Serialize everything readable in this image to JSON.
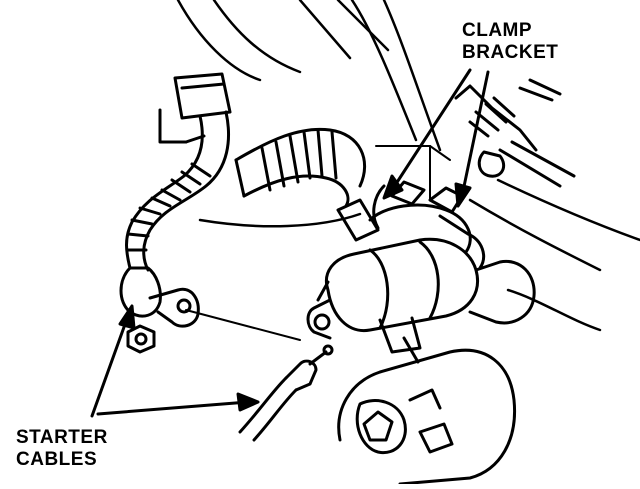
{
  "labels": {
    "clamp_bracket": {
      "line1": "CLAMP",
      "line2": "BRACKET"
    },
    "starter_cables": {
      "line1": "STARTER",
      "line2": "CABLES"
    }
  },
  "colors": {
    "ink": "#000000",
    "paper": "#ffffff"
  }
}
